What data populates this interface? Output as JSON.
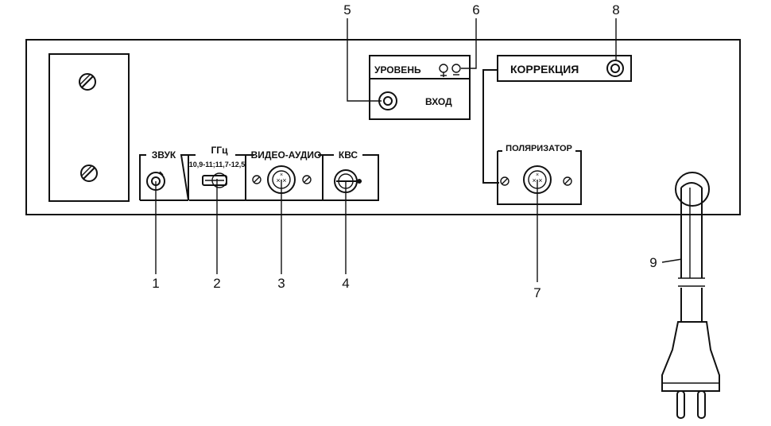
{
  "labels": {
    "zvuk": "ЗВУК",
    "ghz": "ГГц",
    "ghz_range": "10,9-11;11,7-12,5",
    "video_audio": "ВИДЕО-АУДИО",
    "kvs": "КВС",
    "uroven": "УРОВЕНЬ",
    "vhod": "ВХОД",
    "korrekciya": "КОРРЕКЦИЯ",
    "polyarizator": "ПОЛЯРИЗАТОР"
  },
  "callouts": [
    "1",
    "2",
    "3",
    "4",
    "5",
    "6",
    "7",
    "8",
    "9"
  ]
}
